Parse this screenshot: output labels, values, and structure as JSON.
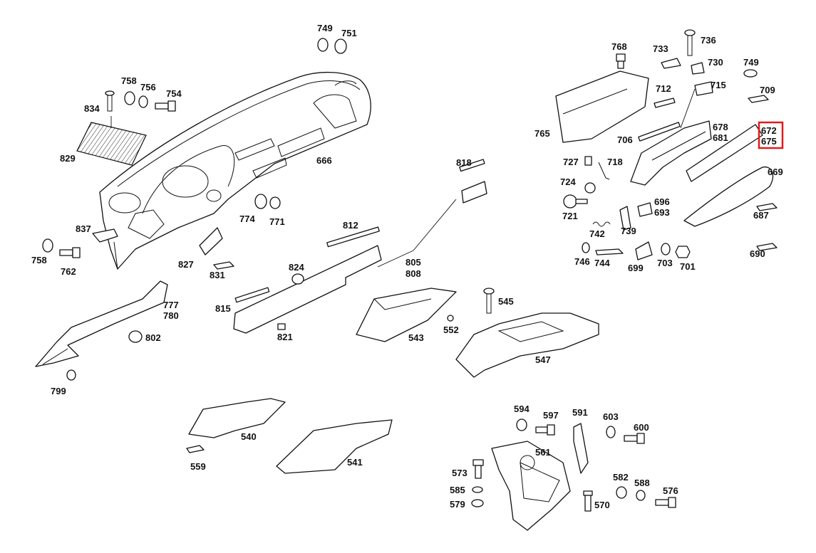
{
  "labels": {
    "p749a": "749",
    "p751": "751",
    "p758a": "758",
    "p756": "756",
    "p754": "754",
    "p834": "834",
    "p829": "829",
    "p666": "666",
    "p837": "837",
    "p758b": "758",
    "p762": "762",
    "p774": "774",
    "p771": "771",
    "p827": "827",
    "p831": "831",
    "p818": "818",
    "p812": "812",
    "p805": "805",
    "p808": "808",
    "p824": "824",
    "p815": "815",
    "p821": "821",
    "p777": "777",
    "p780": "780",
    "p802": "802",
    "p799": "799",
    "p545": "545",
    "p552": "552",
    "p543": "543",
    "p547": "547",
    "p540": "540",
    "p559": "559",
    "p541": "541",
    "p768": "768",
    "p733": "733",
    "p736": "736",
    "p730": "730",
    "p749b": "749",
    "p709": "709",
    "p712": "712",
    "p715": "715",
    "p765": "765",
    "p706": "706",
    "p678": "678",
    "p681": "681",
    "p672": "672",
    "p675": "675",
    "p669": "669",
    "p727": "727",
    "p718": "718",
    "p724": "724",
    "p721": "721",
    "p696": "696",
    "p693": "693",
    "p742": "742",
    "p739": "739",
    "p687": "687",
    "p746": "746",
    "p744": "744",
    "p699": "699",
    "p703": "703",
    "p701": "701",
    "p690": "690",
    "p594": "594",
    "p597": "597",
    "p591": "591",
    "p603": "603",
    "p600": "600",
    "p561": "561",
    "p573": "573",
    "p585": "585",
    "p579": "579",
    "p582": "582",
    "p588": "588",
    "p576": "576",
    "p570": "570"
  },
  "highlight": {
    "color": "#e01b1b",
    "parts": [
      "672",
      "675"
    ]
  }
}
